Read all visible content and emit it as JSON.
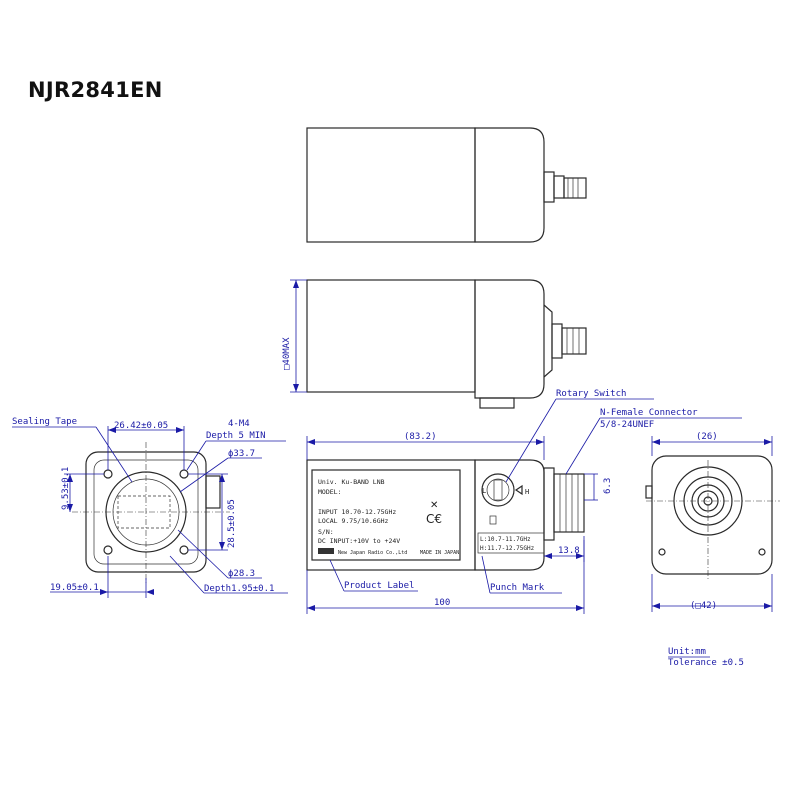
{
  "title": "NJR2841EN",
  "dims": {
    "max40": "□40MAX",
    "sealing_tape": "Sealing Tape",
    "d26_42": "26.42±0.05",
    "m4": "4-M4",
    "depth5": "Depth 5 MIN",
    "phi33": "ϕ33.7",
    "d9_53": "9.53±0.1",
    "d28_5": "28.5±0.05",
    "phi28": "ϕ28.3",
    "d19_05": "19.05±0.1",
    "depth195": "Depth1.95±0.1",
    "d83": "(83.2)",
    "d6_3": "6.3",
    "d13_8": "13.8",
    "d100": "100",
    "d26": "(26)",
    "d42": "(□42)",
    "rotary": "Rotary Switch",
    "nfemale": "N-Female Connector",
    "unef": "5/8-24UNEF",
    "product_label": "Product Label",
    "punch_mark": "Punch Mark",
    "unit": "Unit:mm",
    "tolerance": "Tolerance ±0.5"
  },
  "label_plate": {
    "l1": "Univ. Ku-BAND LNB",
    "l2": "MODEL:",
    "l3": "INPUT  10.70-12.75GHz",
    "l4": "LOCAL  9.75/10.6GHz",
    "l5": "S/N:",
    "l6": "DC INPUT:+10V to +24V",
    "l7": "MADE IN JAPAN",
    "l8": "New Japan Radio Co.,Ltd"
  },
  "switch_labels": {
    "l": "L",
    "h": "H",
    "low": "L:10.7-11.7GHz",
    "high": "H:11.7-12.75GHz"
  }
}
